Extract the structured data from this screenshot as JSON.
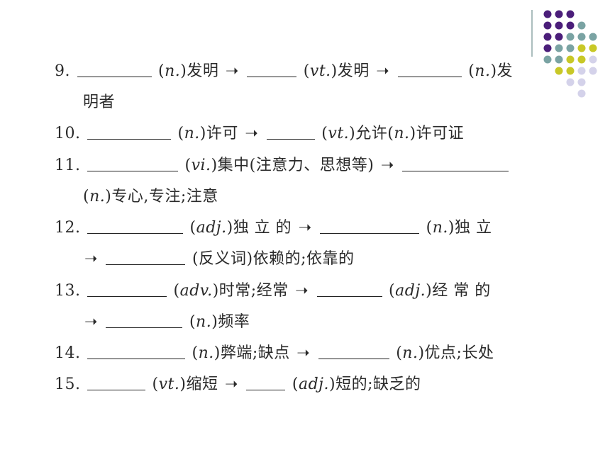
{
  "decoration": {
    "dot_colors": {
      "purple": "#4b1e7a",
      "teal": "#7aa3a3",
      "olive": "#c8c827",
      "lavender": "#d4d2ea"
    },
    "line_color": "#8fa8a8"
  },
  "lines": [
    {
      "t": [
        "9.",
        "(",
        "n.",
        ")发明",
        "(",
        "vt.",
        ")发明",
        "(",
        "n.",
        ")发"
      ]
    },
    {
      "t": [
        "明者"
      ]
    },
    {
      "t": [
        "10.",
        "(",
        "n.",
        ")许可",
        "(",
        "vt.",
        ")允许(",
        "n.",
        ")许可证"
      ]
    },
    {
      "t": [
        "11.",
        "(",
        "vi.",
        ")集中(注意力、思想等)"
      ]
    },
    {
      "t": [
        "(",
        "n.",
        ")专心,专注;注意"
      ]
    },
    {
      "t": [
        "12.",
        "(",
        "adj.",
        ")独 立 的",
        "(",
        "n.",
        ")独 立"
      ]
    },
    {
      "t": [
        "(反义词)依赖的;依靠的"
      ]
    },
    {
      "t": [
        "13.",
        "(",
        "adv.",
        ")时常;经常",
        "(",
        "adj.",
        ")经 常 的"
      ]
    },
    {
      "t": [
        "(",
        "n.",
        ")频率"
      ]
    },
    {
      "t": [
        "14.",
        "(",
        "n.",
        ")弊端;缺点",
        "(",
        "n.",
        ")优点;长处"
      ]
    },
    {
      "t": [
        "15.",
        "(",
        "vt.",
        ")缩短",
        "(",
        "adj.",
        ")短的;缺乏的"
      ]
    }
  ]
}
